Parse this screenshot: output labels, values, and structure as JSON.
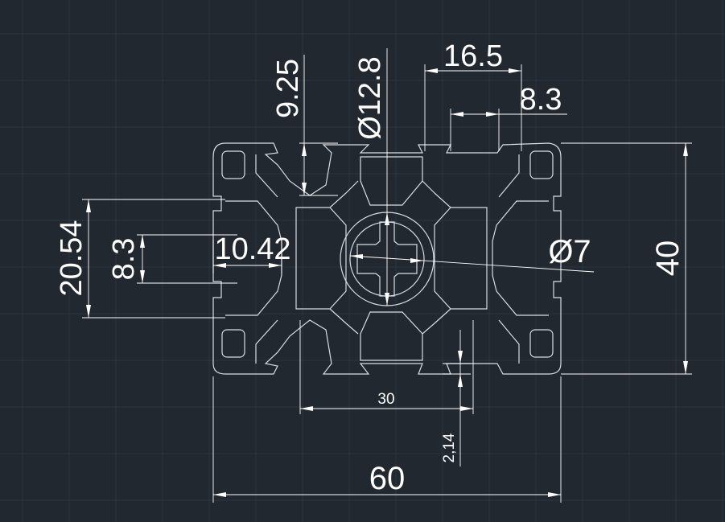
{
  "drawing": {
    "background": "#212830",
    "grid_color": "#2b3440",
    "line_color": "#ffffff",
    "profile_color": "#d9dde2"
  },
  "dimensions": {
    "width_overall": "60",
    "height_overall": "40",
    "slot_pitch": "30",
    "top_opening": "16.5",
    "slot_width_top": "8.3",
    "slot_depth": "9.25",
    "center_bore": "Ø12.8",
    "side_bore": "Ø7",
    "side_height": "20.54",
    "slot_width_side": "8.3",
    "side_depth": "10.42",
    "wall_thickness": "2,14"
  }
}
